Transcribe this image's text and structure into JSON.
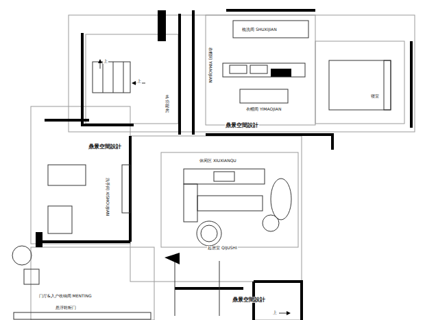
{
  "diagram": {
    "labels": [
      "梳洗间 SHUXIJIAN",
      "衣帽间 YIMAOJIAN",
      "衣帽间 YIMAOJIAN",
      "多功能房",
      "寝室",
      "鼎景空間設計",
      "鼎景空間設計",
      "休闲区 XIUXIANQU",
      "洗手间 XISHOUJIAN",
      "起居室 QIJUSHI",
      "门厅&入户收纳间 MENTING",
      "悬浮鞋柜门",
      "鼎景空間設計",
      "上",
      "上",
      "上"
    ]
  }
}
